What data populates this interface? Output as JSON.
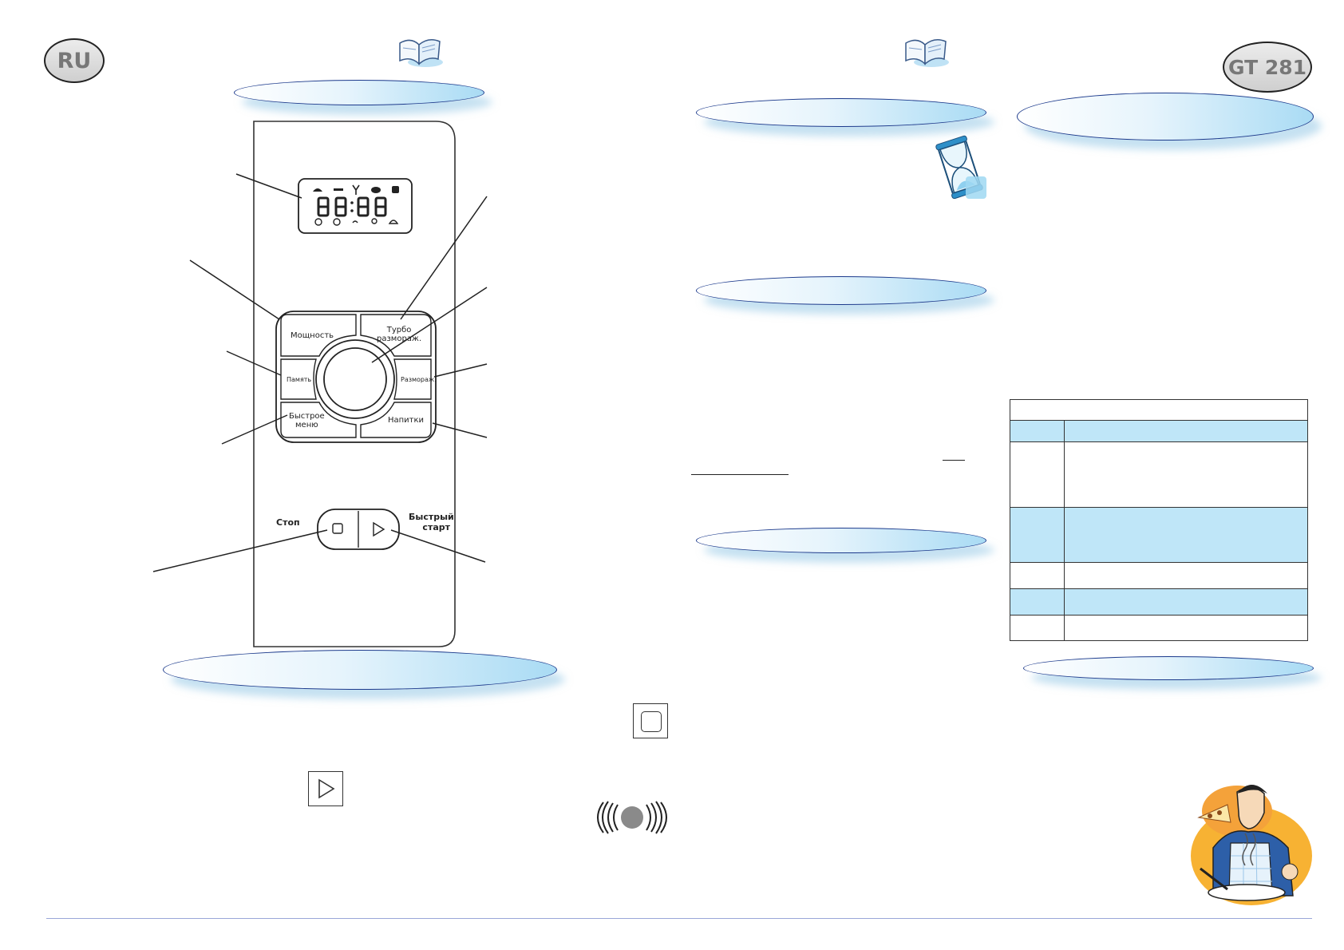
{
  "header": {
    "language_badge": "RU",
    "model_badge": "GT 281"
  },
  "control_panel": {
    "display_digits": "88:88",
    "buttons": {
      "power": "Мощность",
      "turbo_defrost_line1": "Турбо",
      "turbo_defrost_line2": "разморaж.",
      "memory": "Память",
      "defrost": "Разморaж.",
      "quick_menu_line1": "Быстрое",
      "quick_menu_line2": "меню",
      "drinks": "Напитки",
      "stop": "Стоп",
      "quick_start_line1": "Быстрый",
      "quick_start_line2": "старт"
    }
  },
  "icons": {
    "book": "open-book-icon",
    "hourglass": "hourglass-icon",
    "stop_symbol": "stop-square-icon",
    "start_symbol": "play-triangle-icon",
    "vibration": "vibration-knob-icon",
    "chef": "chef-illustration"
  },
  "colors": {
    "pill_border": "#1c3a8c",
    "pill_fill": "#a9dbf4",
    "table_highlight": "#bfe6f8",
    "footer_rule": "#9aa6d8"
  }
}
